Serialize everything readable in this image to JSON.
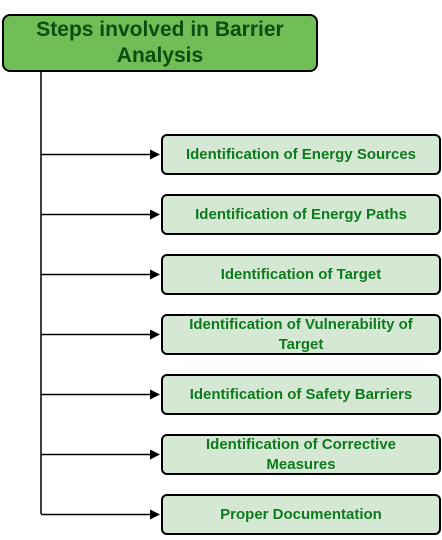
{
  "title": "Steps involved in Barrier Analysis",
  "steps": [
    {
      "label": "Identification of Energy Sources"
    },
    {
      "label": "Identification of Energy Paths"
    },
    {
      "label": "Identification of Target"
    },
    {
      "label": "Identification of Vulnerability of Target"
    },
    {
      "label": "Identification of Safety Barriers"
    },
    {
      "label": "Identification of Corrective Measures"
    },
    {
      "label": "Proper Documentation"
    }
  ],
  "colors": {
    "title_fill": "#6fbf56",
    "title_text": "#0b4d12",
    "step_fill": "#d5e8d4",
    "step_text": "#0f7a1d",
    "stroke": "#000000"
  }
}
